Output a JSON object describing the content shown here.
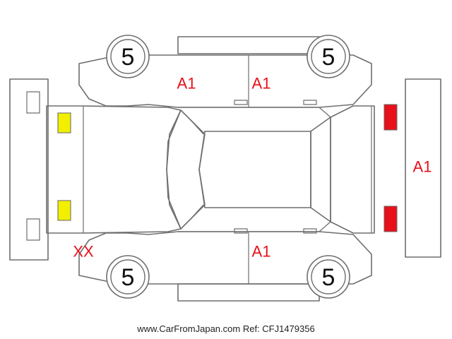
{
  "tire_labels": {
    "front_left": "5",
    "front_right": "5",
    "rear_left": "5",
    "rear_right": "5"
  },
  "damage_codes": {
    "left_front_door": "A1",
    "left_rear_door": "A1",
    "right_rear_door": "A1",
    "rear_bumper": "A1",
    "front_right_corner": "XX"
  },
  "colors": {
    "outline": "#6e6e6e",
    "damage_text": "#e8101a",
    "headlight": "#f2ef00",
    "taillight": "#e8101a"
  },
  "footer": {
    "watermark": "www.CarFromJapan.com Ref: CFJ1479356"
  }
}
